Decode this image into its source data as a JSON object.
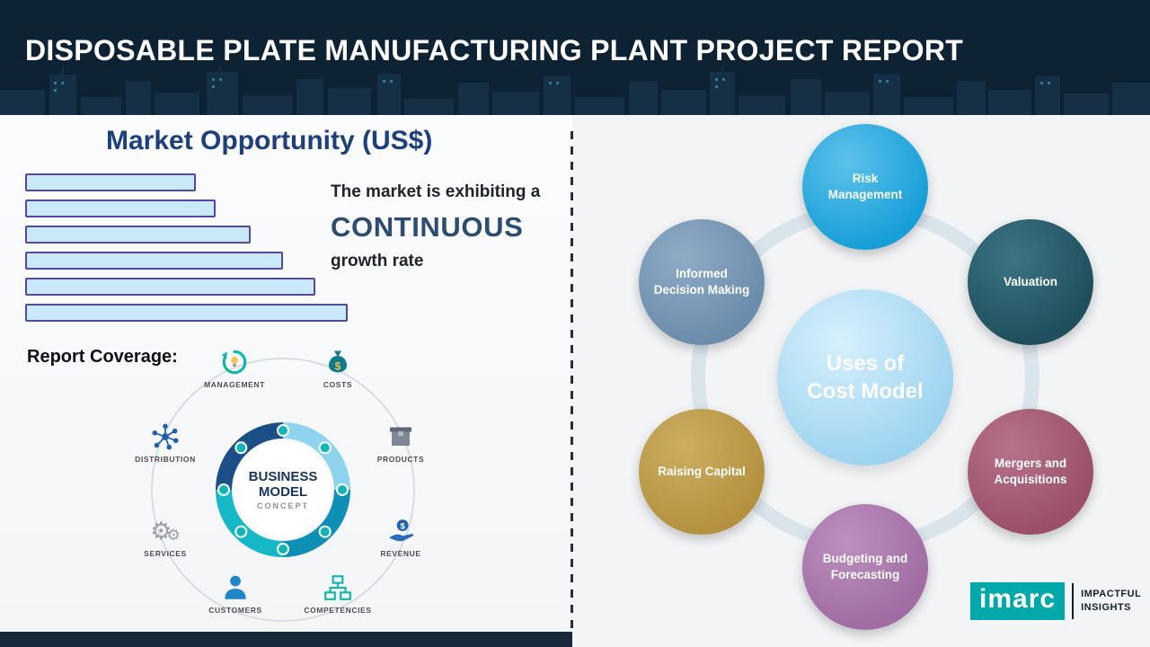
{
  "header": {
    "title": "DISPOSABLE PLATE MANUFACTURING PLANT PROJECT REPORT"
  },
  "market": {
    "title": "Market Opportunity (US$)",
    "growth_line1": "The market is exhibiting a",
    "growth_highlight": "CONTINUOUS",
    "growth_line2": "growth rate",
    "report_coverage_label": "Report Coverage:"
  },
  "chart_data": {
    "type": "bar",
    "orientation": "horizontal",
    "title": "Market Opportunity (US$)",
    "values": [
      53,
      59,
      70,
      80,
      90,
      100
    ],
    "xlim": [
      0,
      100
    ],
    "bar_fill": "#C9E8F8",
    "bar_border": "#5747A5",
    "axis_labels_shown": false
  },
  "business_model": {
    "center_line1": "BUSINESS",
    "center_line2": "MODEL",
    "center_line3": "CONCEPT",
    "items": [
      {
        "label": "MANAGEMENT",
        "icon": "recycle-idea-icon"
      },
      {
        "label": "COSTS",
        "icon": "money-bag-icon"
      },
      {
        "label": "DISTRIBUTION",
        "icon": "network-icon"
      },
      {
        "label": "PRODUCTS",
        "icon": "box-icon"
      },
      {
        "label": "SERVICES",
        "icon": "gears-icon"
      },
      {
        "label": "REVENUE",
        "icon": "hand-coin-icon"
      },
      {
        "label": "CUSTOMERS",
        "icon": "person-icon"
      },
      {
        "label": "COMPETENCIES",
        "icon": "org-chart-icon"
      }
    ]
  },
  "cost_model": {
    "center_line1": "Uses of",
    "center_line2": "Cost Model",
    "center_color": "#9CD3EF",
    "nodes": [
      {
        "label": "Risk Management",
        "color": "#189FD8",
        "highlight": "#5CC1EA"
      },
      {
        "label": "Valuation",
        "color": "#1F4F5C",
        "highlight": "#3D7485"
      },
      {
        "label": "Mergers and Acquisitions",
        "color": "#9C4F68",
        "highlight": "#B5738B"
      },
      {
        "label": "Budgeting and Forecasting",
        "color": "#A06CA2",
        "highlight": "#BC90BE"
      },
      {
        "label": "Raising Capital",
        "color": "#B3913F",
        "highlight": "#CCAE61"
      },
      {
        "label": "Informed Decision Making",
        "color": "#6B8CAB",
        "highlight": "#8FACC6"
      }
    ]
  },
  "logo": {
    "brand": "imarc",
    "tagline_line1": "IMPACTFUL",
    "tagline_line2": "INSIGHTS",
    "brand_color": "#00A8A9"
  }
}
